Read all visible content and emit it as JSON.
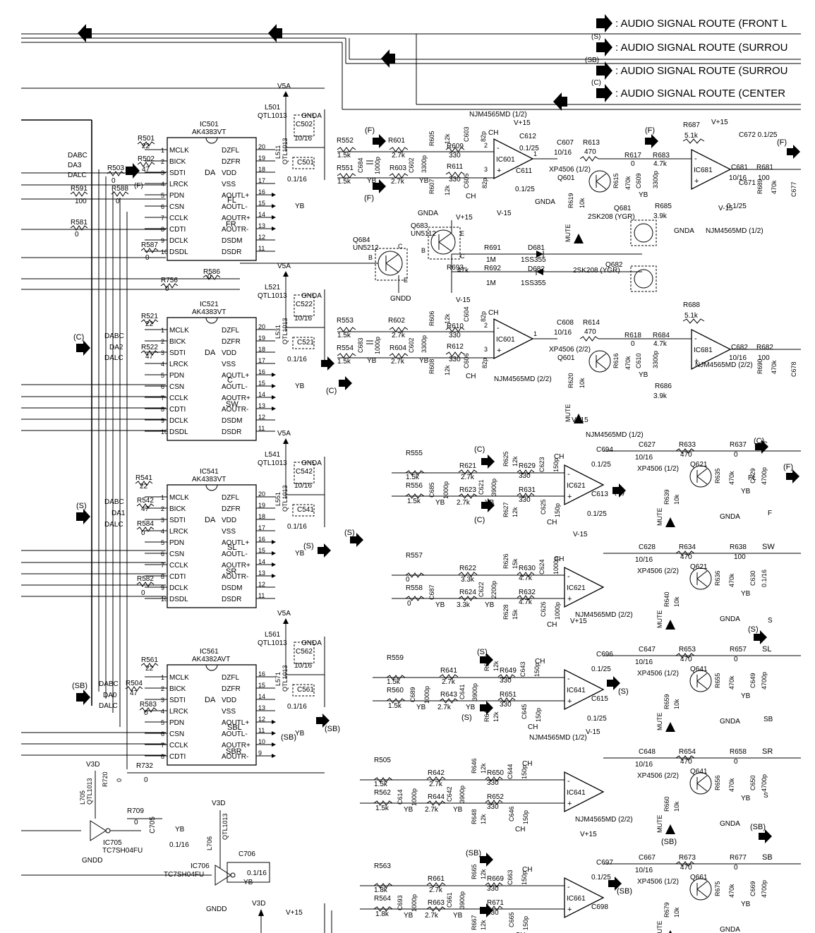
{
  "legend": [
    {
      "prefix": "",
      "text": ": AUDIO SIGNAL ROUTE (FRONT L"
    },
    {
      "prefix": "(S)",
      "text": ": AUDIO SIGNAL ROUTE (SURROU"
    },
    {
      "prefix": "(SB)",
      "text": ": AUDIO SIGNAL ROUTE (SURROU"
    },
    {
      "prefix": "(C)",
      "text": ": AUDIO SIGNAL ROUTE (CENTER"
    }
  ],
  "dacs": [
    {
      "ref": "IC501",
      "part": "AK4383VT",
      "supply": "V5A",
      "coil": "L501",
      "coil_part": "QTL1013",
      "ferrite": "L511",
      "ferrite_part": "QTL1013",
      "cap_top": "C502",
      "cap_top_val": "10/16",
      "cap_mid": "C501",
      "cap_mid_val": "0.1/16",
      "gnd": "GNDA",
      "pins_left": [
        "MCLK",
        "BICK",
        "SDTI",
        "LRCK",
        "PDN",
        "CSN",
        "CCLK",
        "CDTI",
        "DCLK",
        "DSDL"
      ],
      "pins_right": [
        "DZFL",
        "DZFR",
        "VDD",
        "VSS",
        "AOUTL+",
        "AOUTL-",
        "AOUTR+",
        "AOUTR-",
        "DSDM",
        "DSDR"
      ],
      "nums_left": [
        "1",
        "2",
        "3",
        "4",
        "5",
        "6",
        "7",
        "8",
        "9",
        "10"
      ],
      "nums_right": [
        "20",
        "19",
        "18",
        "17",
        "16",
        "15",
        "14",
        "13",
        "12",
        "11"
      ],
      "center": "DA",
      "ch_l": "FL",
      "ch_r": "FR",
      "inputs": [
        "DABC",
        "DA3",
        "DALC"
      ],
      "route": "(F)"
    },
    {
      "ref": "IC521",
      "part": "AK4383VT",
      "supply": "V5A",
      "coil": "L521",
      "coil_part": "QTL1013",
      "ferrite": "L531",
      "ferrite_part": "QTL1013",
      "cap_top": "C522",
      "cap_top_val": "10/16",
      "cap_mid": "C521",
      "cap_mid_val": "0.1/16",
      "gnd": "GNDA",
      "pins_left": [
        "MCLK",
        "BICK",
        "SDTI",
        "LRCK",
        "PDN",
        "CSN",
        "CCLK",
        "CDTI",
        "DCLK",
        "DSDL"
      ],
      "pins_right": [
        "DZFL",
        "DZFR",
        "VDD",
        "VSS",
        "AOUTL+",
        "AOUTL-",
        "AOUTR+",
        "AOUTR-",
        "DSDM",
        "DSDR"
      ],
      "nums_left": [
        "1",
        "2",
        "3",
        "4",
        "5",
        "6",
        "7",
        "8",
        "9",
        "10"
      ],
      "nums_right": [
        "20",
        "19",
        "18",
        "17",
        "16",
        "15",
        "14",
        "13",
        "12",
        "11"
      ],
      "center": "DA",
      "ch_l": "C",
      "ch_r": "SW",
      "inputs": [
        "DABC",
        "DA2",
        "DALC"
      ],
      "route": "(C)"
    },
    {
      "ref": "IC541",
      "part": "AK4383VT",
      "supply": "V5A",
      "coil": "L541",
      "coil_part": "QTL1013",
      "ferrite": "L551",
      "ferrite_part": "QTL1013",
      "cap_top": "C542",
      "cap_top_val": "10/16",
      "cap_mid": "C541",
      "cap_mid_val": "0.1/16",
      "gnd": "GNDA",
      "pins_left": [
        "MCLK",
        "BICK",
        "SDTI",
        "LRCK",
        "PDN",
        "CSN",
        "CCLK",
        "CDTI",
        "DCLK",
        "DSDL"
      ],
      "pins_right": [
        "DZFL",
        "DZFR",
        "VDD",
        "VSS",
        "AOUTL+",
        "AOUTL-",
        "AOUTR+",
        "AOUTR-",
        "DSDM",
        "DSDR"
      ],
      "nums_left": [
        "1",
        "2",
        "3",
        "4",
        "5",
        "6",
        "7",
        "8",
        "9",
        "10"
      ],
      "nums_right": [
        "20",
        "19",
        "18",
        "17",
        "16",
        "15",
        "14",
        "13",
        "12",
        "11"
      ],
      "center": "DA",
      "ch_l": "SL",
      "ch_r": "SR",
      "inputs": [
        "DABC",
        "DA1",
        "DALC"
      ],
      "route": "(S)"
    },
    {
      "ref": "IC561",
      "part": "AK4382AVT",
      "supply": "V5A",
      "coil": "L561",
      "coil_part": "QTL1013",
      "ferrite": "L571",
      "ferrite_part": "QTL1013",
      "cap_top": "C562",
      "cap_top_val": "10/16",
      "cap_mid": "C561",
      "cap_mid_val": "0.1/16",
      "gnd": "GNDA",
      "pins_left": [
        "MCLK",
        "BICK",
        "SDTI",
        "LRCK",
        "PDN",
        "CSN",
        "CCLK",
        "CDTI"
      ],
      "pins_right": [
        "DZFL",
        "DZFR",
        "VDD",
        "VSS",
        "AOUTL+",
        "AOUTL-",
        "AOUTR+",
        "AOUTR-"
      ],
      "nums_left": [
        "1",
        "2",
        "3",
        "4",
        "5",
        "6",
        "7",
        "8"
      ],
      "nums_right": [
        "16",
        "15",
        "14",
        "13",
        "12",
        "11",
        "10",
        "9"
      ],
      "center": "DA",
      "ch_l": "SBL",
      "ch_r": "SBR",
      "inputs": [
        "DABC",
        "DA0",
        "DALC"
      ],
      "route": "(SB)"
    }
  ],
  "resistors_left": [
    {
      "ref": "R501",
      "val": "22"
    },
    {
      "ref": "R502",
      "val": "47"
    },
    {
      "ref": "R503",
      "val": "0"
    },
    {
      "ref": "R591",
      "val": "100"
    },
    {
      "ref": "R588",
      "val": "0"
    },
    {
      "ref": "R581",
      "val": "0"
    },
    {
      "ref": "R587",
      "val": "0"
    },
    {
      "ref": "R586",
      "val": "0"
    },
    {
      "ref": "R756",
      "val": "0"
    },
    {
      "ref": "R521",
      "val": "22"
    },
    {
      "ref": "R522",
      "val": "47"
    },
    {
      "ref": "R541",
      "val": "22"
    },
    {
      "ref": "R542",
      "val": "47"
    },
    {
      "ref": "R584",
      "val": "0"
    },
    {
      "ref": "R582",
      "val": "0"
    },
    {
      "ref": "R561",
      "val": "22"
    },
    {
      "ref": "R504",
      "val": "47"
    },
    {
      "ref": "R583",
      "val": "0"
    },
    {
      "ref": "R732",
      "val": "0"
    },
    {
      "ref": "R720",
      "val": "0"
    },
    {
      "ref": "R709",
      "val": "0"
    }
  ],
  "filters": [
    {
      "row": "FL",
      "r_in_a": "R552",
      "r_in_a_val": "1.5k",
      "r_in_b": "R551",
      "r_in_b_val": "1.5k",
      "c_in": "C684",
      "c_in_val": "1000p",
      "r2a": "R601",
      "r2a_val": "2.7k",
      "r2b": "R603",
      "r2b_val": "2.7k",
      "c2": "C602",
      "c2_val": "3300p",
      "r3a": "R605",
      "r3a_val": "12k",
      "r3b": "R609",
      "r3b_val": "330",
      "r3c": "R611",
      "r3c_val": "330",
      "r3d": "R607",
      "r3d_val": "12k",
      "c3a": "C603",
      "c3a_val": "82p",
      "c3b": "C605",
      "c3b_val": "82p",
      "opamp": "IC601",
      "opamp_part": "NJM4565MD (1/2)",
      "supply_p": "V+15",
      "supply_n": "V-15",
      "c_fb1": "C612",
      "c_fb1_val": "0.1/25",
      "c_fb2": "C611",
      "c_fb2_val": "0.1/25",
      "c_out": "C607",
      "c_out_val": "10/16",
      "r_out": "R613",
      "r_out_val": "470",
      "q": "Q601",
      "q_part": "XP4506 (1/2)",
      "r_m": "R619",
      "r_m_val": "10k",
      "mute": "MUTE",
      "r_a": "R615",
      "r_a_val": "470k",
      "r_b": "R617",
      "r_b_val": "0",
      "c_b": "C609",
      "c_b_val": "3300p",
      "r_c": "R683",
      "r_c_val": "4.7k",
      "amp2": "IC681",
      "amp2_part": "NJM4565MD (1/2)",
      "r_d": "R687",
      "r_d_val": "5.1k",
      "c_d": "C672",
      "c_d_val": "0.1/25",
      "r_e": "R685",
      "r_e_val": "3.9k",
      "c_e": "C671",
      "c_e_val": "0.1/25",
      "c_f": "C681",
      "c_f_val": "10/16",
      "r_f": "R681",
      "r_f_val": "100",
      "r_g": "R689",
      "r_g_val": "470k",
      "c_g": "C677",
      "fet": "Q681",
      "fet_part": "2SK208 (YGR)"
    },
    {
      "row": "FR",
      "r_in_a": "R553",
      "r_in_a_val": "1.5k",
      "r_in_b": "R554",
      "r_in_b_val": "1.5k",
      "c_in": "C683",
      "c_in_val": "1000p",
      "r2a": "R602",
      "r2a_val": "2.7k",
      "r2b": "R604",
      "r2b_val": "2.7k",
      "c2": "C602",
      "c2_val": "3300p",
      "r3a": "R606",
      "r3a_val": "12k",
      "r3b": "R610",
      "r3b_val": "330",
      "r3c": "R612",
      "r3c_val": "330",
      "r3d": "R608",
      "r3d_val": "12k",
      "c3a": "C604",
      "c3a_val": "82p",
      "c3b": "C606",
      "c3b_val": "82p",
      "opamp": "IC601",
      "opamp_part": "NJM4565MD (2/2)",
      "c_out": "C608",
      "c_out_val": "10/16",
      "r_out": "R614",
      "r_out_val": "470",
      "q": "Q601",
      "q_part": "XP4506 (2/2)",
      "r_m": "R620",
      "r_m_val": "10k",
      "mute": "MUTE",
      "r_a": "R616",
      "r_a_val": "470k",
      "r_b": "R618",
      "r_b_val": "0",
      "c_b": "C610",
      "c_b_val": "3300p",
      "r_c": "R684",
      "r_c_val": "4.7k",
      "amp2": "IC681",
      "amp2_part": "NJM4565MD (2/2)",
      "r_d": "R688",
      "r_d_val": "5.1k",
      "r_e": "R686",
      "r_e_val": "3.9k",
      "c_f": "C682",
      "c_f_val": "10/16",
      "r_f": "R682",
      "r_f_val": "100",
      "r_g": "R690",
      "r_g_val": "470k",
      "c_g": "C678",
      "fet": "Q682",
      "fet_part": "2SK208 (YGR)"
    }
  ],
  "mute_ctrl": {
    "q683": "Q683",
    "q683_part": "UN5112",
    "q684": "Q684",
    "q684_part": "UN5212",
    "r691": "R691",
    "r691_val": "1M",
    "r692": "R692",
    "r692_val": "1M",
    "r693": "R693",
    "r693_val": "47k",
    "d681": "D681",
    "d681_part": "1SS355",
    "d682": "D682",
    "d682_part": "1SS355",
    "gnd": "GNDD",
    "pin_b": "B",
    "pin_c": "C",
    "pin_e": "E",
    "supply_p": "V+15",
    "supply_n": "V-15"
  },
  "lower_filters": [
    {
      "row": "C",
      "r_a": "R555",
      "r_a_val": "1.5k",
      "r_b": "R556",
      "r_b_val": "1.5k",
      "c_in": "C685",
      "c_in_val": "1000p",
      "r2a": "R621",
      "r2a_val": "2.7k",
      "r2b": "R623",
      "r2b_val": "2.7k",
      "c2": "C621",
      "c2_val": "3900p",
      "r3a": "R625",
      "r3a_val": "12k",
      "r3b": "R629",
      "r3b_val": "330",
      "r3c": "R631",
      "r3c_val": "330",
      "r3d": "R627",
      "r3d_val": "12k",
      "c3a": "C623",
      "c3a_val": "150p",
      "c3b": "C625",
      "c3b_val": "150p",
      "opamp": "IC621",
      "opamp_part": "NJM4565MD (1/2)",
      "c_fb1": "C694",
      "c_fb1_val": "0.1/25",
      "c_fb2": "C613",
      "c_fb2_val": "0.1/25",
      "c_out": "C627",
      "c_out_val": "10/16",
      "r_out": "R633",
      "r_out_val": "470",
      "q": "Q621",
      "q_part": "XP4506 (1/2)",
      "r_m": "R639",
      "r_m_val": "10k",
      "r_e": "R635",
      "r_e_val": "470k",
      "r_f": "R637",
      "r_f_val": "0",
      "c_f": "C629",
      "c_f_val": "4700p",
      "out": "C"
    },
    {
      "row": "SW",
      "r_a": "R557",
      "r_a_val": "0",
      "r_b": "R558",
      "r_b_val": "0",
      "c_in": "C687",
      "c_in_val": "",
      "r2a": "R622",
      "r2a_val": "3.3k",
      "r2b": "R624",
      "r2b_val": "3.3k",
      "c2": "C622",
      "c2_val": "2200p",
      "r3a": "R626",
      "r3a_val": "15k",
      "r3b": "R630",
      "r3b_val": "4.7k",
      "r3c": "R632",
      "r3c_val": "4.7k",
      "r3d": "R628",
      "r3d_val": "15k",
      "c3a": "C624",
      "c3a_val": "1000p",
      "c3b": "C626",
      "c3b_val": "1000p",
      "opamp": "IC621",
      "opamp_part": "NJM4565MD (2/2)",
      "c_out": "C628",
      "c_out_val": "10/16",
      "r_out": "R634",
      "r_out_val": "470",
      "q": "Q621",
      "q_part": "XP4506 (2/2)",
      "r_m": "R640",
      "r_m_val": "10k",
      "r_e": "R636",
      "r_e_val": "470k",
      "r_f": "R638",
      "r_f_val": "100",
      "c_f": "C630",
      "c_f_val": "0.1/16",
      "out": "SW"
    },
    {
      "row": "SL",
      "r_a": "R559",
      "r_a_val": "1.5k",
      "r_b": "R560",
      "r_b_val": "1.5k",
      "c_in": "C689",
      "c_in_val": "1000p",
      "r2a": "R641",
      "r2a_val": "2.7k",
      "r2b": "R643",
      "r2b_val": "2.7k",
      "c2": "C641",
      "c2_val": "3900p",
      "r3a": "R645",
      "r3a_val": "12k",
      "r3b": "R649",
      "r3b_val": "330",
      "r3c": "R651",
      "r3c_val": "330",
      "r3d": "R647",
      "r3d_val": "12k",
      "c3a": "C643",
      "c3a_val": "150p",
      "c3b": "C645",
      "c3b_val": "150p",
      "opamp": "IC641",
      "opamp_part": "",
      "c_fb1": "C696",
      "c_fb1_val": "0.1/25",
      "c_fb2": "C615",
      "c_fb2_val": "0.1/25",
      "c_out": "C647",
      "c_out_val": "10/16",
      "r_out": "R653",
      "r_out_val": "470",
      "q": "Q641",
      "q_part": "XP4506 (1/2)",
      "r_m": "R659",
      "r_m_val": "10k",
      "r_e": "R655",
      "r_e_val": "470k",
      "r_f": "R657",
      "r_f_val": "0",
      "c_f": "C649",
      "c_f_val": "4700p",
      "out": "SL"
    },
    {
      "row": "SR",
      "r_a": "R505",
      "r_a_val": "1.5k",
      "r_b": "R562",
      "r_b_val": "1.5k",
      "c_in": "C614",
      "c_in_val": "1000p",
      "r2a": "R642",
      "r2a_val": "2.7k",
      "r2b": "R644",
      "r2b_val": "2.7k",
      "c2": "C642",
      "c2_val": "3900p",
      "r3a": "R646",
      "r3a_val": "12k",
      "r3b": "R650",
      "r3b_val": "330",
      "r3c": "R652",
      "r3c_val": "330",
      "r3d": "R648",
      "r3d_val": "12k",
      "c3a": "C644",
      "c3a_val": "150p",
      "c3b": "C646",
      "c3b_val": "150p",
      "opamp": "IC641",
      "opamp_part": "NJM4565MD (2/2)",
      "opamp_top": "NJM4565MD (1/2)",
      "c_out": "C648",
      "c_out_val": "10/16",
      "r_out": "R654",
      "r_out_val": "470",
      "q": "Q641",
      "q_part": "XP4506 (2/2)",
      "r_m": "R660",
      "r_m_val": "10k",
      "r_e": "R656",
      "r_e_val": "470k",
      "r_f": "R658",
      "r_f_val": "0",
      "c_f": "C650",
      "c_f_val": "4700p",
      "out": "SR"
    },
    {
      "row": "SBL",
      "r_a": "R563",
      "r_a_val": "1.8k",
      "r_b": "R564",
      "r_b_val": "1.8k",
      "c_in": "C693",
      "c_in_val": "1000p",
      "r2a": "R661",
      "r2a_val": "2.7k",
      "r2b": "R663",
      "r2b_val": "2.7k",
      "c2": "C661",
      "c2_val": "3900p",
      "r3a": "R665",
      "r3a_val": "12k",
      "r3b": "R669",
      "r3b_val": "330",
      "r3c": "R671",
      "r3c_val": "330",
      "r3d": "R667",
      "r3d_val": "12k",
      "c3a": "C663",
      "c3a_val": "150p",
      "c3b": "C665",
      "c3b_val": "150p",
      "opamp": "IC661",
      "opamp_part": "",
      "c_fb1": "C697",
      "c_fb1_val": "0.1/25",
      "c_fb2": "C698",
      "c_fb2_val": "",
      "c_out": "C667",
      "c_out_val": "10/16",
      "r_out": "R673",
      "r_out_val": "470",
      "q": "Q661",
      "q_part": "XP4506 (1/2)",
      "r_m": "R679",
      "r_m_val": "10k",
      "r_e": "R675",
      "r_e_val": "470k",
      "r_f": "R677",
      "r_f_val": "0",
      "c_f": "C669",
      "c_f_val": "4700p",
      "out": "SB"
    }
  ],
  "logic": {
    "ic705": "IC705",
    "ic705_part": "TC7SH04FU",
    "ic706": "IC706",
    "ic706_part": "TC7SH04FU",
    "l705": "L705",
    "l705_part": "QTL1013",
    "l706": "L706",
    "l706_part": "QTL1013",
    "c705": "C705",
    "c705_val": "0.1/16",
    "c706": "C706",
    "c706_val": "0.1/16",
    "supply": "V3D",
    "gnd": "GNDD",
    "vp15": "V+15"
  },
  "misc": {
    "yb": "YB",
    "ch": "CH",
    "gnda": "GNDA",
    "vp15": "V+15",
    "vm15": "V-15",
    "fl_out": "FL",
    "f_mark": "F",
    "s_mark": "S",
    "sb_mark": "SB"
  }
}
